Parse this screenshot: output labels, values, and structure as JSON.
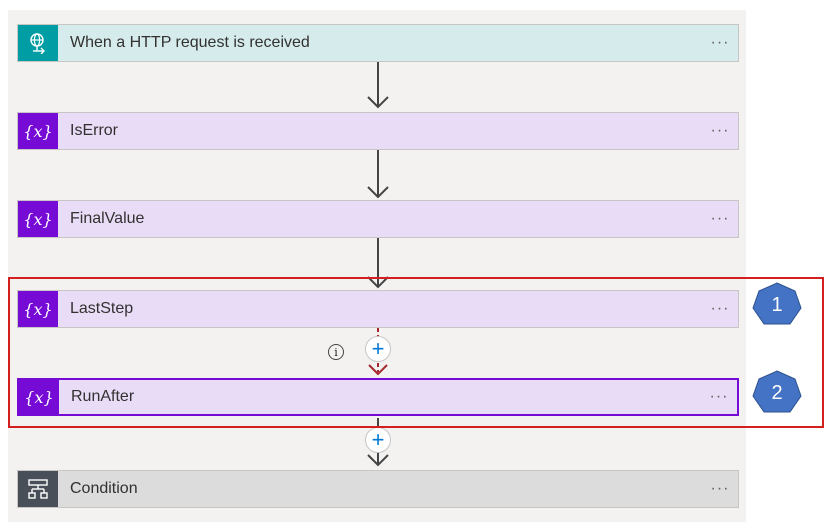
{
  "steps": [
    {
      "title": "When a HTTP request is received",
      "kind": "http",
      "icon": "http-request-icon",
      "more": "···"
    },
    {
      "title": "IsError",
      "kind": "variable",
      "icon": "variable-icon",
      "more": "···"
    },
    {
      "title": "FinalValue",
      "kind": "variable",
      "icon": "variable-icon",
      "more": "···"
    },
    {
      "title": "LastStep",
      "kind": "variable",
      "icon": "variable-icon",
      "more": "···"
    },
    {
      "title": "RunAfter",
      "kind": "variable",
      "icon": "variable-icon",
      "more": "···"
    },
    {
      "title": "Condition",
      "kind": "condition",
      "icon": "condition-icon",
      "more": "···"
    }
  ],
  "variable_glyph": "{x}",
  "info_glyph": "i",
  "plus_glyph": "+",
  "annotations": {
    "badge1": "1",
    "badge2": "2"
  },
  "colors": {
    "variable_icon": "#770bd6",
    "http_icon": "#009da5",
    "condition_icon": "#484f58",
    "highlight_box": "#d3201f",
    "badge": "#4472c4",
    "plus": "#0078d4",
    "runafter_arrow": "#a4262c"
  }
}
